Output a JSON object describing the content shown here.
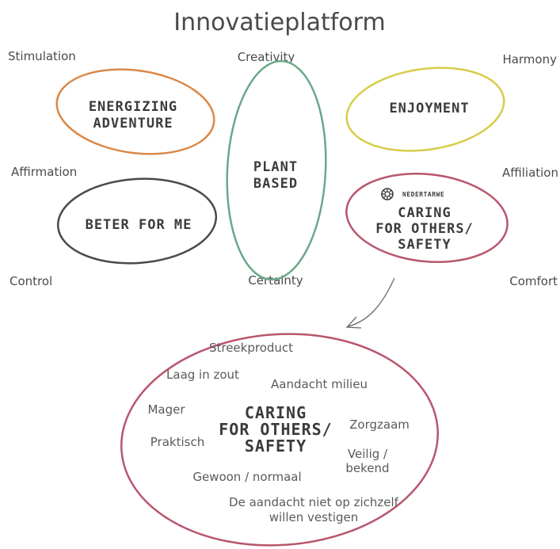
{
  "title": "Innovatieplatform",
  "corners": {
    "stimulation": "Stimulation",
    "creativity": "Creativity",
    "harmony": "Harmony",
    "affirmation": "Affirmation",
    "affiliation": "Affiliation",
    "control": "Control",
    "certainty": "Certainty",
    "comfort": "Comfort"
  },
  "ellipses": {
    "energizing": {
      "line1": "ENERGIZING",
      "line2": "ADVENTURE",
      "color": "#d9894a"
    },
    "enjoyment": {
      "line1": "ENJOYMENT",
      "color": "#d8cc4a"
    },
    "plant": {
      "line1": "PLANT",
      "line2": "BASED",
      "color": "#6aa888"
    },
    "beter": {
      "line1": "BETER FOR ME",
      "color": "#4a4a4a"
    },
    "caring": {
      "brand": "NEDERTARWE",
      "line1": "CARING",
      "line2": "FOR OTHERS/",
      "line3": "SAFETY",
      "color": "#b8566c"
    }
  },
  "detail": {
    "center": {
      "line1": "CARING",
      "line2": "FOR OTHERS/",
      "line3": "SAFETY"
    },
    "words": {
      "streekproduct": "Streekproduct",
      "laag_in_zout": "Laag in zout",
      "aandacht_milieu": "Aandacht milieu",
      "mager": "Mager",
      "zorgzaam": "Zorgzaam",
      "praktisch": "Praktisch",
      "veilig_1": "Veilig /",
      "veilig_2": "bekend",
      "gewoon": "Gewoon / normaal",
      "aandacht_1": "De aandacht niet op zichzelf",
      "aandacht_2": "willen vestigen"
    },
    "color": "#b8566c"
  }
}
